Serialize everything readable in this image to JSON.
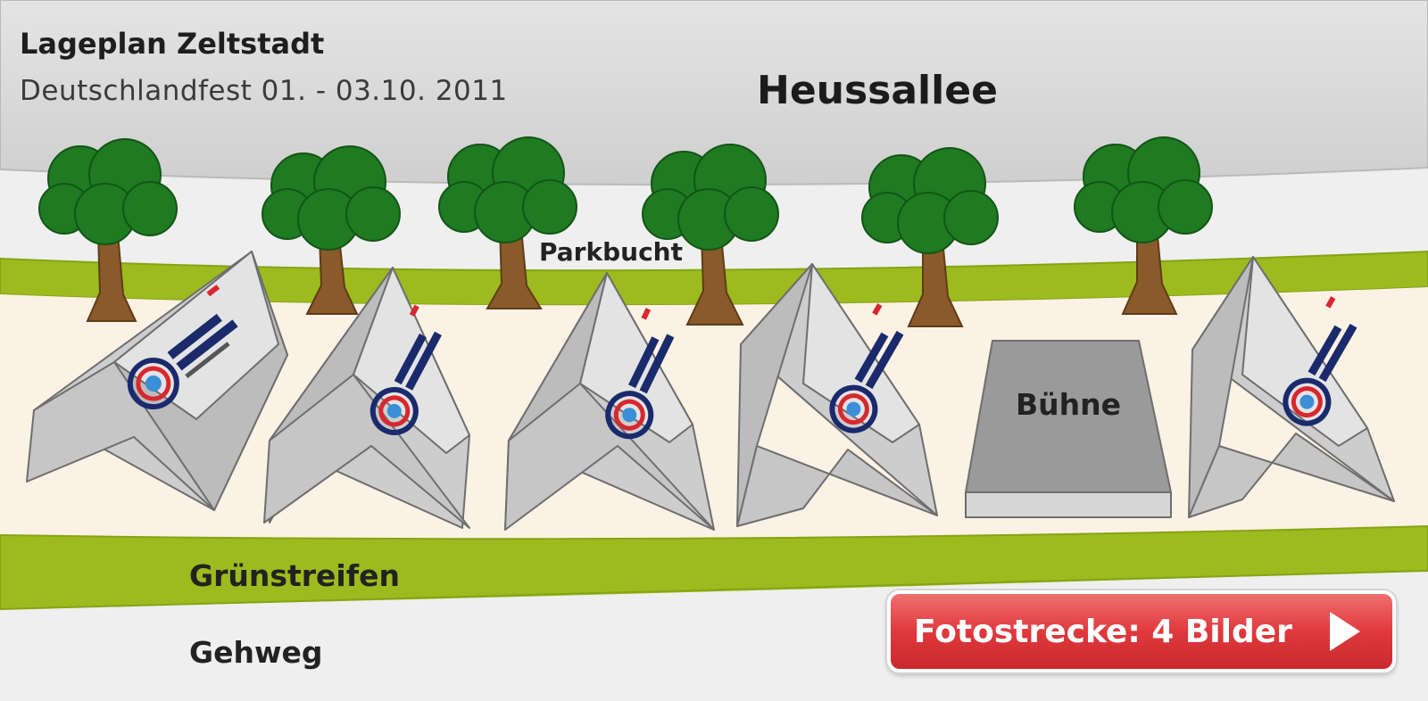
{
  "header": {
    "title": "Lageplan Zeltstadt",
    "subtitle": "Deutschlandfest 01. - 03.10. 2011"
  },
  "map": {
    "street_label": "Heussallee",
    "parking_label": "Parkbucht",
    "stage_label": "Bühne",
    "greenstrip_label": "Grünstreifen",
    "sidewalk_label": "Gehweg"
  },
  "photo_button": {
    "label": "Fotostrecke: 4 Bilder",
    "icon": "play-arrow-icon"
  },
  "colors": {
    "road": "#d9d9d9",
    "grass": "#9dbb1e",
    "ground": "#fbf1e4",
    "tent": "#c4c4c4",
    "tree_crown": "#1f7a22",
    "tree_trunk": "#8a5a2b",
    "button": "#e0393d"
  }
}
